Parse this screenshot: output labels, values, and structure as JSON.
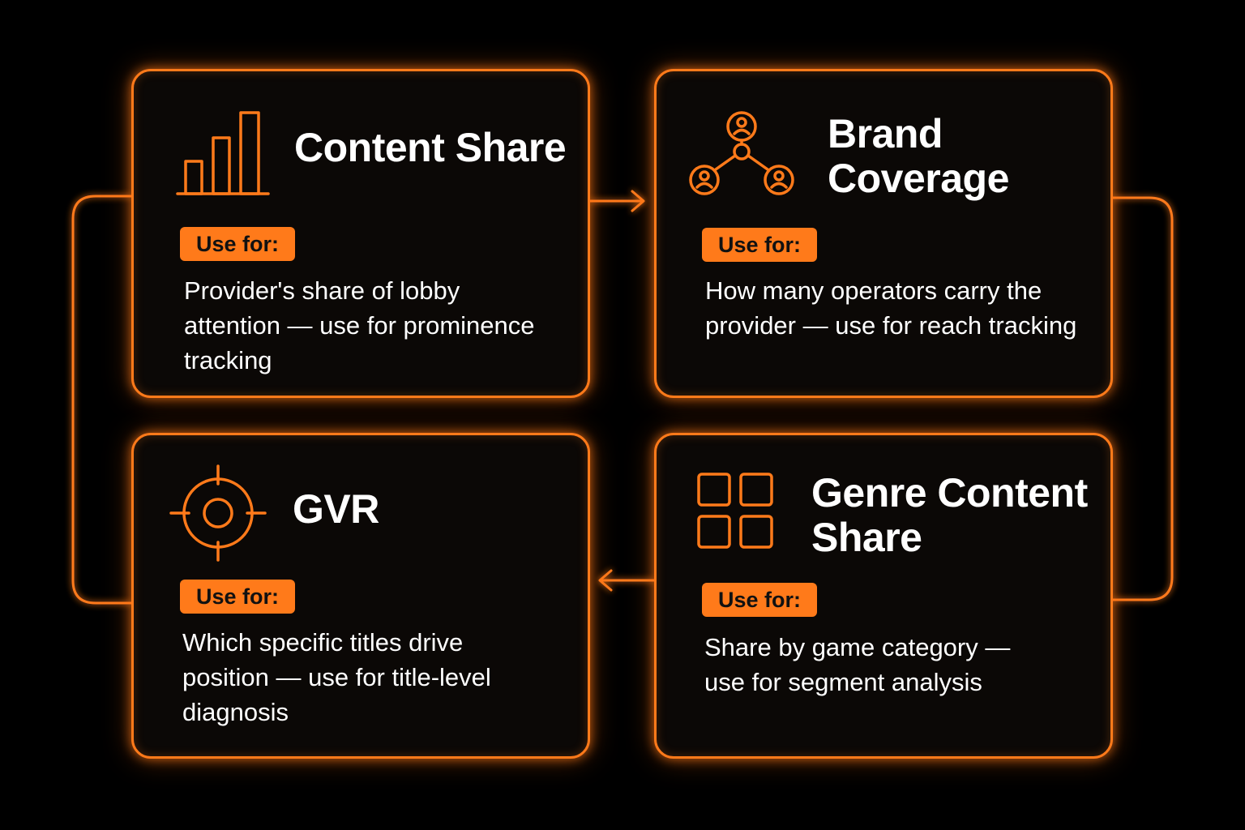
{
  "colors": {
    "background": "#000000",
    "accent": "#ff7a1a",
    "title_text": "#ffffff",
    "badge_text": "#111111"
  },
  "cards": [
    {
      "icon": "bar-chart-icon",
      "title": "Content Share",
      "badge": "Use for:",
      "description": "Provider's share of lobby attention — use for prominence tracking"
    },
    {
      "icon": "network-people-icon",
      "title": "Brand Coverage",
      "badge": "Use for:",
      "description": "How many operators carry the provider — use for reach tracking"
    },
    {
      "icon": "crosshair-target-icon",
      "title": "GVR",
      "badge": "Use for:",
      "description": "Which specific titles drive position — use for title-level diagnosis"
    },
    {
      "icon": "grid-squares-icon",
      "title": "Genre Content Share",
      "badge": "Use for:",
      "description": "Share by game category — use for segment analysis"
    }
  ],
  "connectors": [
    {
      "from": "Content Share",
      "to": "Brand Coverage"
    },
    {
      "from": "Brand Coverage",
      "to": "Genre Content Share"
    },
    {
      "from": "Genre Content Share",
      "to": "GVR"
    },
    {
      "from": "GVR",
      "to": "Content Share"
    }
  ]
}
